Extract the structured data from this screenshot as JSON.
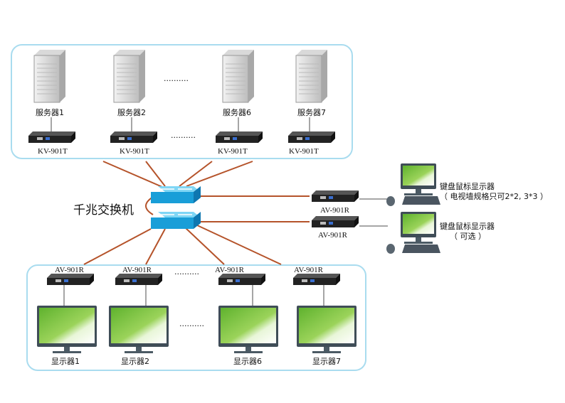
{
  "switch": {
    "label": "千兆交换机"
  },
  "servers": [
    {
      "name": "服务器1",
      "extender": "KV-901T"
    },
    {
      "name": "服务器2",
      "extender": "KV-901T"
    },
    {
      "name": "服务器6",
      "extender": "KV-901T"
    },
    {
      "name": "服务器7",
      "extender": "KV-901T"
    }
  ],
  "displays": [
    {
      "name": "显示器1",
      "receiver": "AV-901R"
    },
    {
      "name": "显示器2",
      "receiver": "AV-901R"
    },
    {
      "name": "显示器6",
      "receiver": "AV-901R"
    },
    {
      "name": "显示器7",
      "receiver": "AV-901R"
    }
  ],
  "consoles": [
    {
      "receiver": "AV-901R",
      "label": "键盘鼠标显示器",
      "note": "（ 电视墙规格只可2*2, 3*3 ）"
    },
    {
      "receiver": "AV-901R",
      "label": "键盘鼠标显示器",
      "note": "（ 可选 ）"
    }
  ],
  "ellipsis": "..........",
  "colors": {
    "box_border": "#a9dcef",
    "cable": "#b5532a",
    "switch": "#1ea0d8",
    "screen": "#7cc242"
  }
}
